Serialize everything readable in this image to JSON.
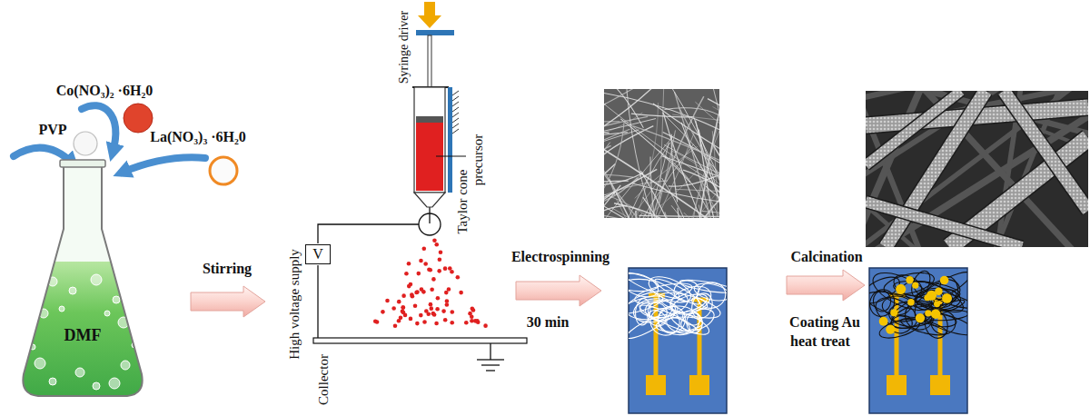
{
  "diagram": {
    "nodes": [
      {
        "text": [
          "DMF"
        ]
      },
      {
        "text": [
          "V"
        ]
      }
    ],
    "labels": [
      "Co(NO₃)₂ ·6H₂0",
      "PVP",
      "La(NO₃)₃ ·6H₂0",
      "Stirring",
      "High voltage supply",
      "Syringe driver",
      "Taylor cone",
      "precursor",
      "Collector",
      "Electrospinning",
      "30 min",
      "Calcination",
      "Coating Au",
      "heat treat"
    ]
  }
}
